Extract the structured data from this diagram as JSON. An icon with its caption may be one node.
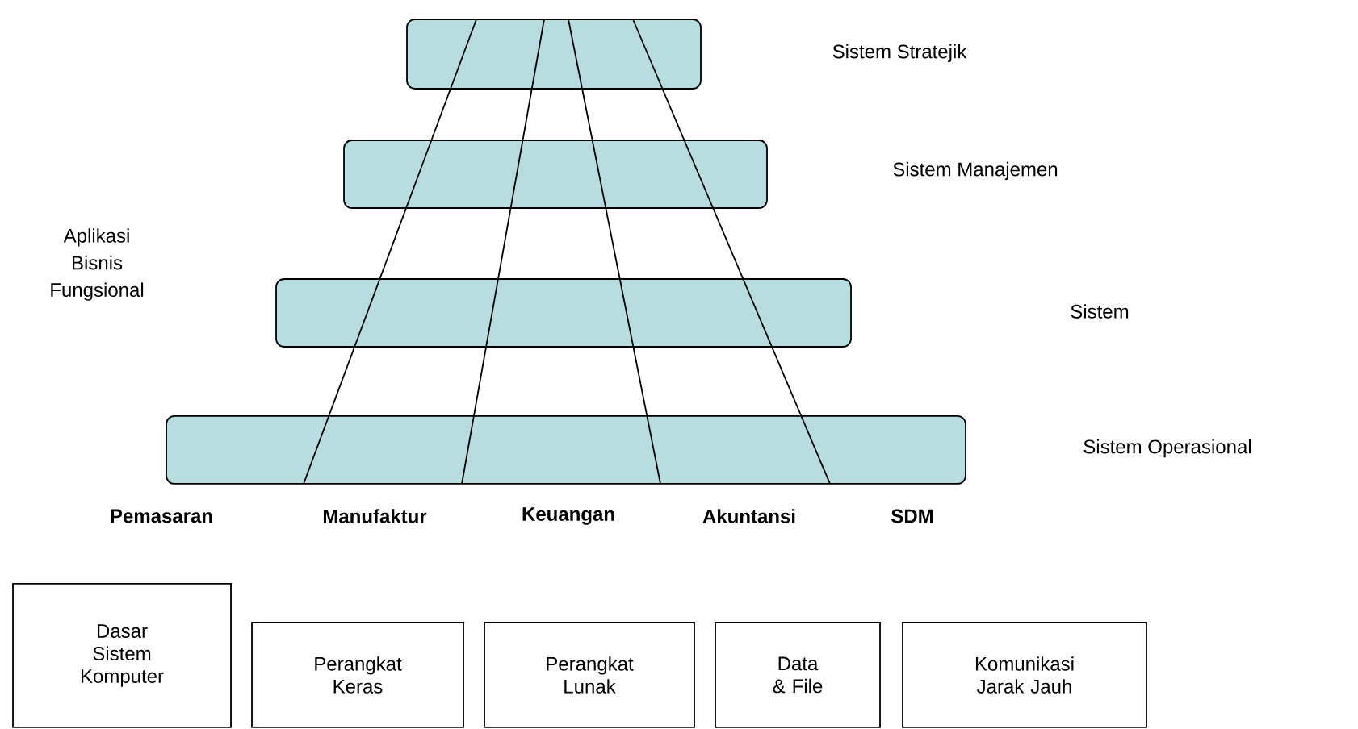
{
  "diagram": {
    "nodes": [
      {
        "text": [],
        "shape": "bar"
      },
      {
        "text": [],
        "shape": "bar"
      },
      {
        "text": [],
        "shape": "bar"
      },
      {
        "text": [],
        "shape": "bar"
      },
      {
        "text": [
          "Dasar Sistem Komputer"
        ]
      },
      {
        "text": [
          "Perangkat Keras"
        ]
      },
      {
        "text": [
          "Perangkat Lunak"
        ]
      },
      {
        "text": [
          "Data & File"
        ]
      },
      {
        "text": [
          "Komunikasi Jarak Jauh"
        ]
      }
    ],
    "labels": [
      "Sistem Stratejik",
      "Sistem Manajemen",
      "Aplikasi Bisnis Fungsional",
      "Sistem",
      "Sistem Operasional",
      "Pemasaran",
      "Manufaktur",
      "Keuangan",
      "Akuntansi",
      "SDM"
    ]
  }
}
